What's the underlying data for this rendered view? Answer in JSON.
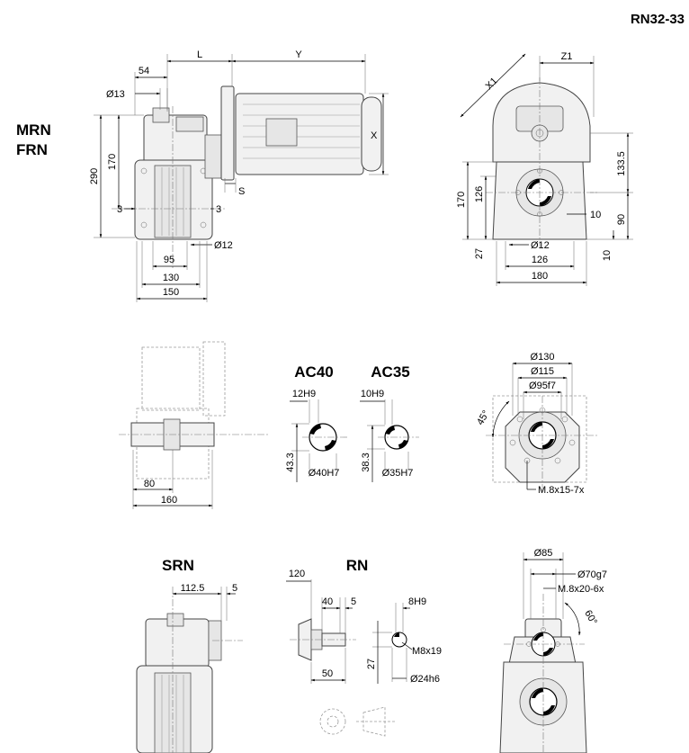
{
  "title": "RN32-33",
  "models": {
    "line1": "MRN",
    "line2": "FRN"
  },
  "front_view": {
    "L": "L",
    "Y": "Y",
    "X": "X",
    "S": "S",
    "d54": "54",
    "d13": "Ø13",
    "d290": "290",
    "d170": "170",
    "d3_left": "3",
    "d3_right": "3",
    "d12": "Ø12",
    "d95": "95",
    "d130": "130",
    "d150": "150"
  },
  "side_view": {
    "X1": "X1",
    "Z1": "Z1",
    "d133_5": "133.5",
    "d170": "170",
    "d126v": "126",
    "d10": "10",
    "d90": "90",
    "d27": "27",
    "d12": "Ø12",
    "d10b": "10",
    "d126h": "126",
    "d180": "180"
  },
  "hollow_shaft": {
    "d80": "80",
    "d160": "160",
    "ac40": {
      "title": "AC40",
      "key": "12H9",
      "height": "43.3",
      "bore": "Ø40H7"
    },
    "ac35": {
      "title": "AC35",
      "key": "10H9",
      "height": "38.3",
      "bore": "Ø35H7"
    }
  },
  "flange": {
    "d130": "Ø130",
    "d115": "Ø115",
    "d95": "Ø95f7",
    "angle": "45°",
    "bolts": "M.8x15-7x"
  },
  "srn": {
    "title": "SRN",
    "d112_5": "112.5",
    "d5": "5"
  },
  "rn": {
    "title": "RN",
    "d120": "120",
    "d40": "40",
    "d5": "5",
    "d50": "50",
    "key": "8H9",
    "height": "27",
    "thread": "M8x19",
    "shaft": "Ø24h6"
  },
  "rn_flange": {
    "d85": "Ø85",
    "d70": "Ø70g7",
    "bolts": "M.8x20-6x",
    "angle": "60°"
  }
}
